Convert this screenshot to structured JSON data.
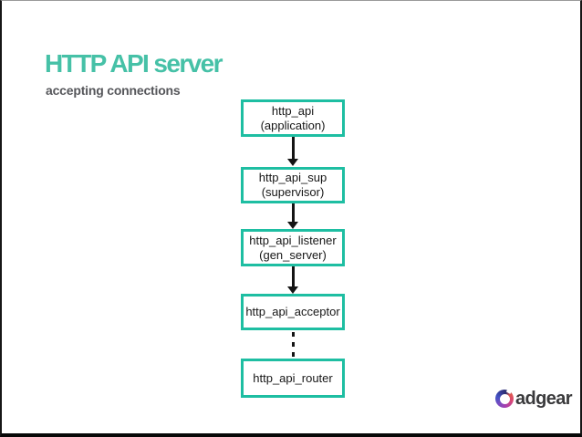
{
  "slide": {
    "title": "HTTP API server",
    "subtitle": "accepting connections",
    "background_color": "#ffffff",
    "title_color": "#46c1a7",
    "subtitle_color": "#56575b"
  },
  "diagram": {
    "box_border_color": "#1ebea2",
    "box_text_color": "#161616",
    "arrow_color": "#141414",
    "nodes": [
      {
        "label": "http_api",
        "sublabel": "(application)"
      },
      {
        "label": "http_api_sup",
        "sublabel": "(supervisor)"
      },
      {
        "label": "http_api_listener",
        "sublabel": "(gen_server)"
      },
      {
        "label": "http_api_acceptor"
      },
      {
        "label": "http_api_router"
      }
    ],
    "connectors": [
      {
        "from": "http_api",
        "to": "http_api_sup",
        "style": "solid-arrow"
      },
      {
        "from": "http_api_sup",
        "to": "http_api_listener",
        "style": "solid-arrow"
      },
      {
        "from": "http_api_listener",
        "to": "http_api_acceptor",
        "style": "solid-arrow"
      },
      {
        "from": "http_api_acceptor",
        "to": "http_api_router",
        "style": "dashed"
      }
    ]
  },
  "footer": {
    "logo_text": "adgear",
    "logo_text_color": "#3a3a3c"
  }
}
